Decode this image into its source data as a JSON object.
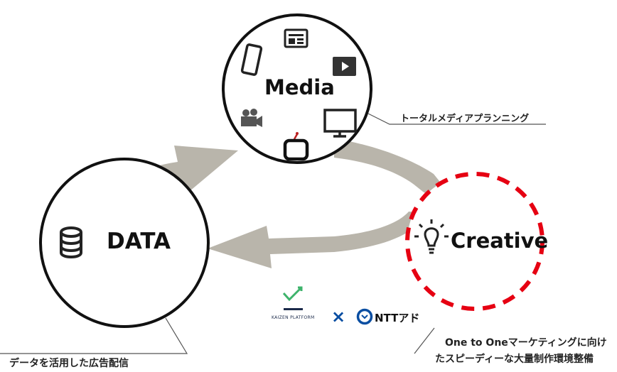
{
  "nodes": {
    "media": {
      "title": "Media"
    },
    "data": {
      "title": "DATA"
    },
    "creative": {
      "title": "Creative"
    }
  },
  "annotations": {
    "media_note": "トータルメディアプランニング",
    "data_note": "データを活用した広告配信",
    "creative_note_line1": "One to Oneマーケティングに向け",
    "creative_note_line2": "たスピーディーな大量制作環境整備"
  },
  "partners": {
    "kaizen_wordmark": "KAIZEN PLATFORM",
    "times": "×",
    "ntt_name": "NTTアド"
  },
  "icons": {
    "media": [
      "newspaper-icon",
      "smartphone-icon",
      "play-icon",
      "video-camera-icon",
      "tv-retro-icon",
      "monitor-icon"
    ],
    "data": "database-icon",
    "creative": "lightbulb-icon"
  },
  "colors": {
    "arrow": "#b9b5ab",
    "circle_stroke": "#111111",
    "creative_stroke": "#e60012",
    "leader_line": "#555555",
    "partner_blue": "#0a4ea2",
    "kaizen_green": "#3db36b"
  }
}
